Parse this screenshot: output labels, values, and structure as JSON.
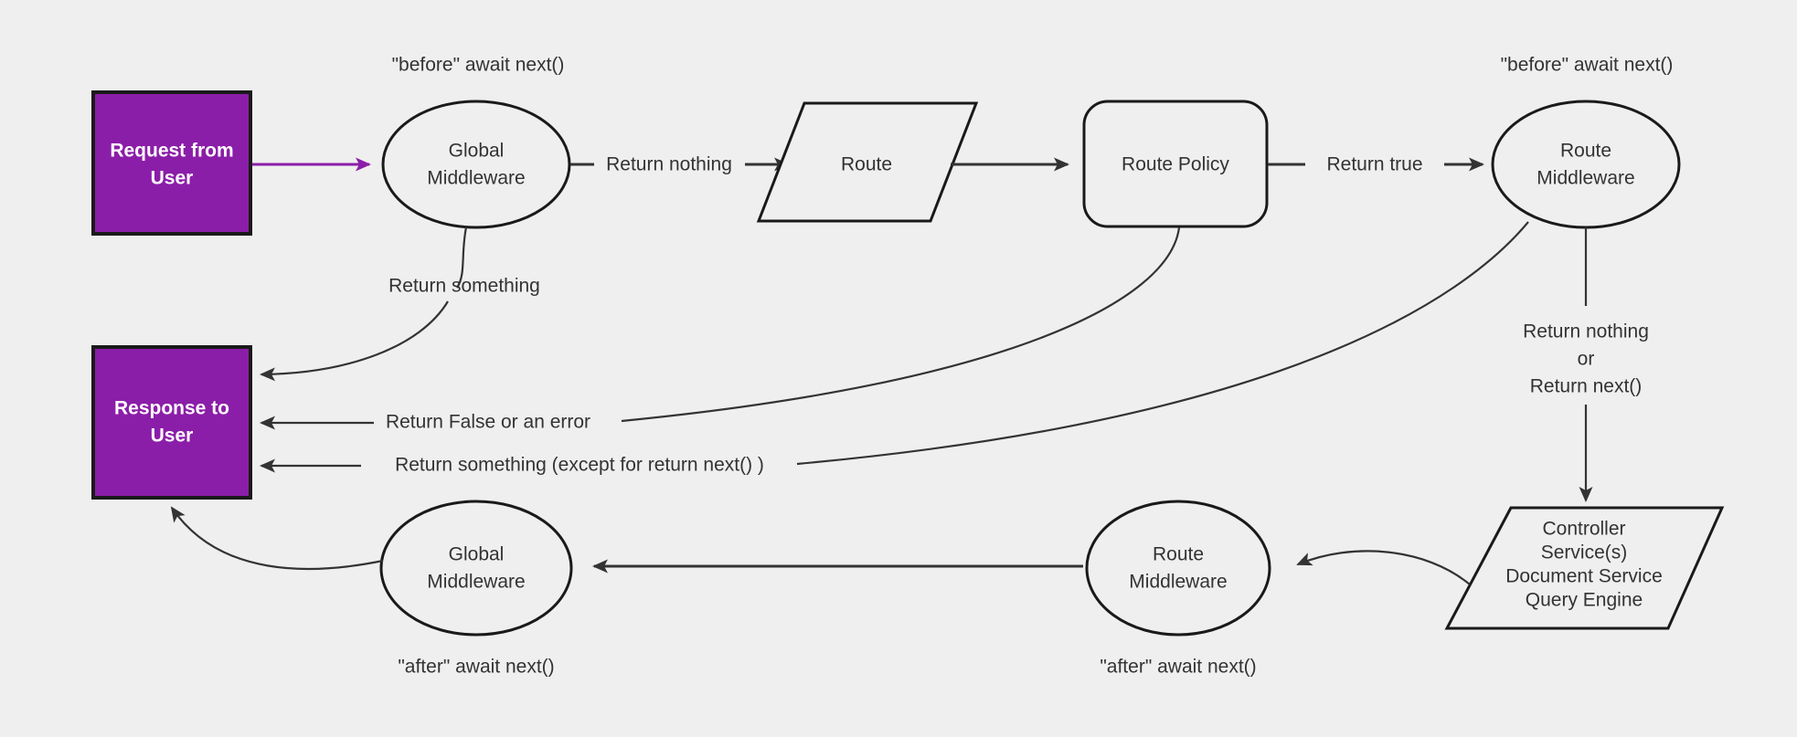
{
  "diagram": {
    "title": "Request lifecycle middleware flow",
    "background_color": "#efefef",
    "accent_color": "#8B1EA8",
    "line_color": "#333333",
    "nodes": {
      "request_box": {
        "line1": "Request from",
        "line2": "User",
        "shape": "rectangle"
      },
      "response_box": {
        "line1": "Response to",
        "line2": "User",
        "shape": "rectangle"
      },
      "global_middleware_top": {
        "line1": "Global",
        "line2": "Middleware",
        "shape": "ellipse"
      },
      "route": {
        "line1": "Route",
        "shape": "parallelogram"
      },
      "route_policy": {
        "line1": "Route Policy",
        "shape": "rounded-rectangle"
      },
      "route_middleware_top": {
        "line1": "Route",
        "line2": "Middleware",
        "shape": "ellipse"
      },
      "controller": {
        "line1": "Controller",
        "line2": "Service(s)",
        "line3": "Document Service",
        "line4": "Query Engine",
        "shape": "parallelogram"
      },
      "route_middleware_bottom": {
        "line1": "Route",
        "line2": "Middleware",
        "shape": "ellipse"
      },
      "global_middleware_bottom": {
        "line1": "Global",
        "line2": "Middleware",
        "shape": "ellipse"
      }
    },
    "labels": {
      "before_await_next_left": "\"before\" await next()",
      "before_await_next_right": "\"before\" await next()",
      "after_await_next_left": "\"after\" await next()",
      "after_await_next_right": "\"after\" await next()",
      "return_something_top": "Return something",
      "return_nothing": "Return nothing",
      "return_true": "Return true",
      "return_false_or_error": "Return False or an error",
      "return_something_except_next": "Return something (except for return next() )",
      "return_nothing_or_next_line1": "Return nothing",
      "return_nothing_or_next_line2": "or",
      "return_nothing_or_next_line3": "Return next()"
    }
  }
}
